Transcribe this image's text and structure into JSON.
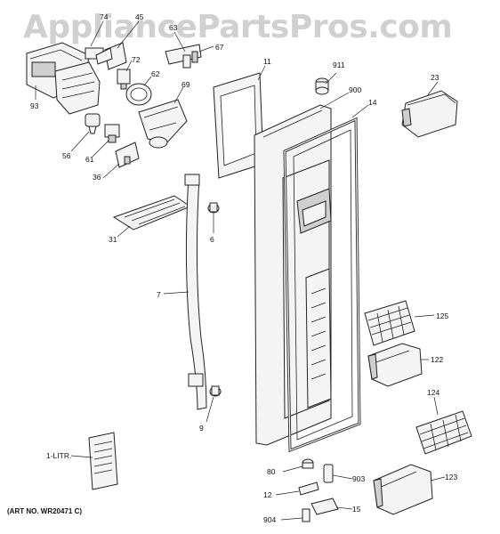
{
  "watermark": "AppliancePartsPros.com",
  "art_number": "(ART NO. WR20471 C)",
  "callouts": [
    "74",
    "45",
    "63",
    "67",
    "72",
    "62",
    "69",
    "93",
    "56",
    "61",
    "36",
    "11",
    "911",
    "900",
    "14",
    "23",
    "31",
    "6",
    "7",
    "125",
    "122",
    "124",
    "9",
    "80",
    "12",
    "903",
    "15",
    "123",
    "904",
    "1-LITR."
  ]
}
